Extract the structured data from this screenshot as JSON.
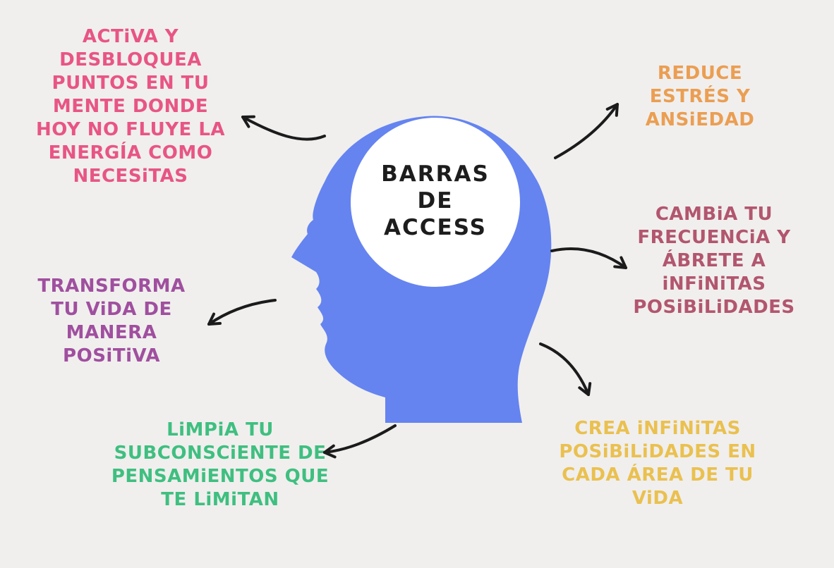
{
  "title": {
    "lines": [
      "BARRAS",
      "DE",
      "ACCESS"
    ]
  },
  "colors": {
    "background": "#f0efee",
    "head": "#6584f0",
    "brain_circle": "#ffffff",
    "title_text": "#1d1d1d",
    "arrow": "#1b1b1b"
  },
  "labels": [
    {
      "id": "activa",
      "color": "#e85585",
      "lines": [
        "ACTiVA Y",
        "DESBLOQUEA",
        "PUNTOS EN TU",
        "MENTE DONDE",
        "HOY NO FLUYE LA",
        "ENERGÍA COMO",
        "NECESiTAS"
      ]
    },
    {
      "id": "reduce",
      "color": "#eb9e52",
      "lines": [
        "REDUCE",
        "ESTRÉS Y",
        "ANSiEDAD"
      ]
    },
    {
      "id": "cambia",
      "color": "#b2566e",
      "lines": [
        "CAMBiA TU",
        "FRECUENCiA Y",
        "ÁBRETE A",
        "iNFiNiTAS",
        "POSiBiLiDADES"
      ]
    },
    {
      "id": "transforma",
      "color": "#a04f9f",
      "lines": [
        "TRANSFORMA",
        "TU ViDA DE",
        "MANERA",
        "POSiTiVA"
      ]
    },
    {
      "id": "limpia",
      "color": "#3fbf80",
      "lines": [
        "LiMPiA TU",
        "SUBCONSCiENTE DE",
        "PENSAMiENTOS QUE",
        "TE LiMiTAN"
      ]
    },
    {
      "id": "crea",
      "color": "#eac04f",
      "lines": [
        "CREA iNFiNiTAS",
        "POSiBiLiDADES EN",
        "CADA ÁREA DE TU",
        "ViDA"
      ]
    }
  ],
  "connections": [
    "head-to-activa",
    "head-to-reduce",
    "head-to-cambia",
    "head-to-transforma",
    "head-to-limpia",
    "head-to-crea"
  ]
}
